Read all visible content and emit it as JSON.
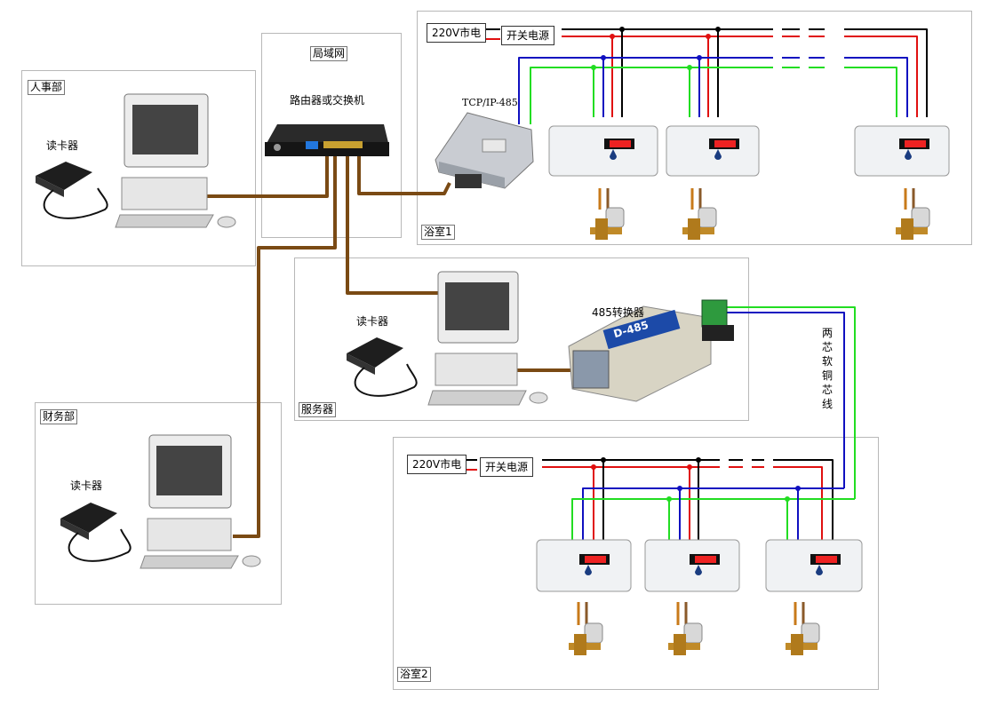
{
  "lan": {
    "title": "局域网",
    "router_label": "路由器或交换机"
  },
  "hr": {
    "title": "人事部",
    "reader_label": "读卡器"
  },
  "finance": {
    "title": "财务部",
    "reader_label": "读卡器"
  },
  "server": {
    "title": "服务器",
    "reader_label": "读卡器",
    "converter_label": "485转换器",
    "converter_badge": "D-485"
  },
  "bath1": {
    "title": "浴室1",
    "mains_label": "220V市电",
    "psu_label": "开关电源",
    "tcp_label": "TCP/IP-485"
  },
  "bath2": {
    "title": "浴室2",
    "mains_label": "220V市电",
    "psu_label": "开关电源"
  },
  "cable_label": [
    "两",
    "芯",
    "软",
    "铜",
    "芯",
    "线"
  ],
  "colors": {
    "network_cable": "#7a4a14",
    "power_red": "#e01010",
    "power_black": "#000000",
    "bus_blue": "#1010c0",
    "bus_green": "#22dd22"
  }
}
